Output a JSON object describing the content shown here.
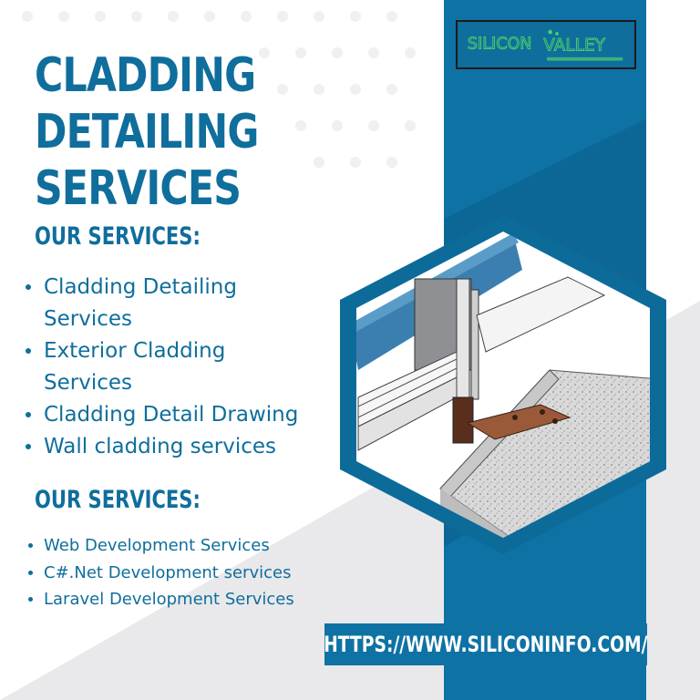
{
  "logo": {
    "word1": "SILICON",
    "word2": "VALLEY",
    "alt": "Silicon Valley logo"
  },
  "title": {
    "line1": "CLADDING",
    "line2": "DETAILING",
    "line3": "SERVICES"
  },
  "section1": {
    "heading": "OUR SERVICES:",
    "items": [
      {
        "line1": "Cladding Detailing",
        "line2": "Services"
      },
      {
        "line1": "Exterior Cladding",
        "line2": "Services"
      },
      {
        "line1": "Cladding Detail Drawing",
        "line2": ""
      },
      {
        "line1": "Wall cladding services",
        "line2": ""
      }
    ]
  },
  "section2": {
    "heading": "OUR SERVICES:",
    "items": [
      "Web Development Services",
      "C#.Net Development services",
      "Laravel Development Services"
    ]
  },
  "url": "HTTPS://WWW.SILICONINFO.COM/",
  "colors": {
    "primary_blue": "#0f6e9c",
    "band_blue": "#0e72a4",
    "gray": "#e9e9eb",
    "white": "#ffffff"
  }
}
